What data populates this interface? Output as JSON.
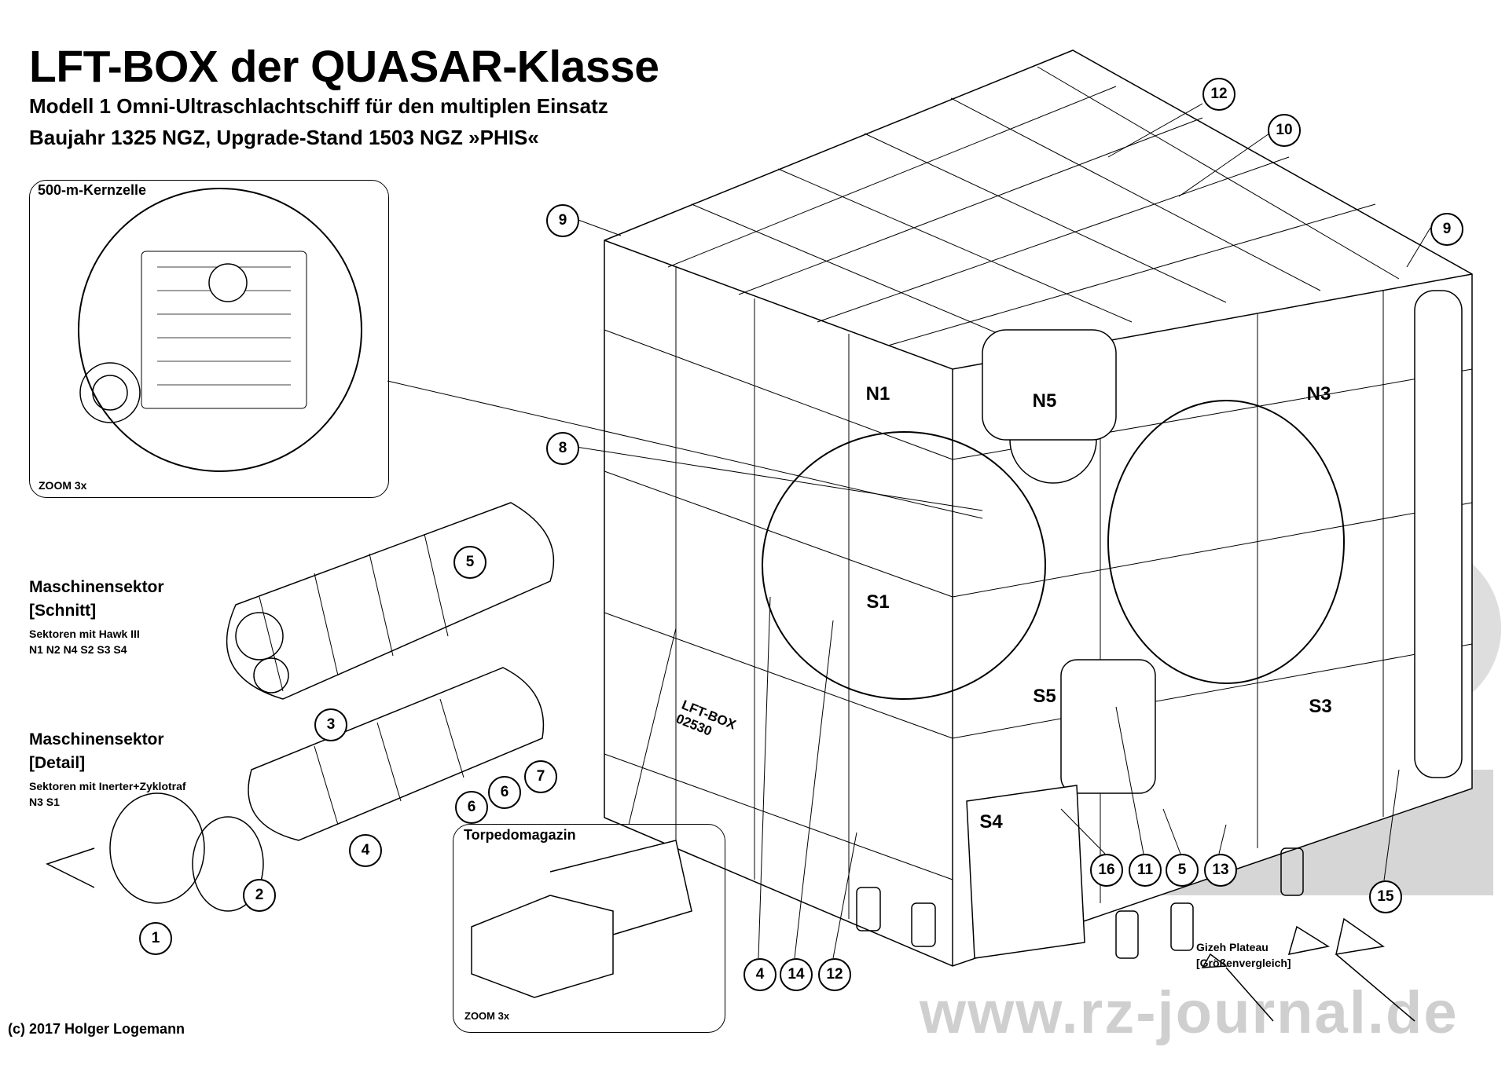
{
  "header": {
    "title": "LFT-BOX der QUASAR-Klasse",
    "subtitle_1": "Modell 1 Omni-Ultraschlachtschiff für den multiplen Einsatz",
    "subtitle_2": "Baujahr 1325 NGZ, Upgrade-Stand 1503 NGZ »PHIS«"
  },
  "kernzelle": {
    "title": "500-m-Kernzelle",
    "zoom": "ZOOM 3x"
  },
  "schnitt": {
    "title": "Maschinensektor",
    "subtitle": "[Schnitt]",
    "note_1": "Sektoren mit Hawk III",
    "note_2": "N1 N2 N4 S2 S3 S4"
  },
  "detail": {
    "title": "Maschinensektor",
    "subtitle": "[Detail]",
    "note_1": "Sektoren mit Inerter+Zyklotraf",
    "note_2": "N3 S1"
  },
  "torpedo": {
    "title": "Torpedomagazin",
    "zoom": "ZOOM 3x"
  },
  "gizeh": {
    "title": "Gizeh Plateau",
    "subtitle": "[Größenvergleich]"
  },
  "hull_marking": {
    "line_1": "LFT-BOX",
    "line_2": "02530"
  },
  "sectors": [
    "N1",
    "N5",
    "N3",
    "S1",
    "S5",
    "S3",
    "S4"
  ],
  "callouts": [
    "12",
    "10",
    "9",
    "9",
    "8",
    "5",
    "3",
    "7",
    "6",
    "6",
    "4",
    "2",
    "1",
    "4",
    "14",
    "12",
    "16",
    "11",
    "5",
    "13",
    "15"
  ],
  "copyright": "(c) 2017 Holger Logemann",
  "watermark": "www.rz-journal.de"
}
